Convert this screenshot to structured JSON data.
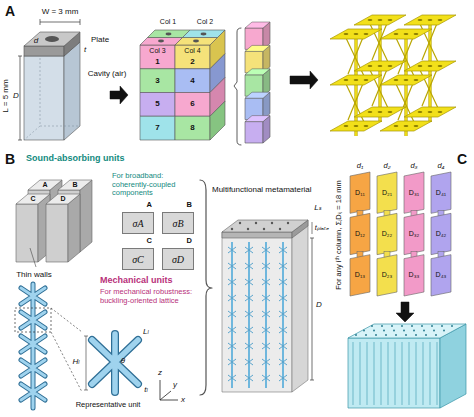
{
  "diagram": {
    "nodes": [
      {
        "text": [
          "A",
          "σA"
        ]
      },
      {
        "text": [
          "B",
          "σB"
        ]
      },
      {
        "text": [
          "C",
          "σC"
        ]
      },
      {
        "text": [
          "D",
          "σD"
        ]
      }
    ],
    "labels": [
      "A",
      "W = 3 mm",
      "d",
      "t",
      "Plate",
      "Cavity (air)",
      "D",
      "L = 5 mm",
      "Col 1",
      "Col 2",
      "Col 3",
      "Col 4",
      "1",
      "2",
      "3",
      "4",
      "5",
      "6",
      "7",
      "8",
      "B",
      "Sound-absorbing units",
      "For broadband: coherently-coupled components",
      "A",
      "B",
      "C",
      "D",
      "Thin walls",
      "Multifunctional metamaterial",
      "Lₛ",
      "tₚₗₐₜₑ",
      "D",
      "z",
      "y",
      "x",
      "Mechanical units",
      "For mechanical robustness: buckling-oriented lattice",
      "Lₗ",
      "θ",
      "Hₗ",
      "tₗ",
      "Representative unit",
      "C",
      "For any iᵗʰ column, ΣⱼDᵢⱼ = 18 mm",
      "d₁",
      "d₂",
      "d₃",
      "d₄",
      "D₁₁",
      "D₁₂",
      "D₁₃",
      "D₂₁",
      "D₂₂",
      "D₂₃",
      "D₃₁",
      "D₃₂",
      "D₃₃",
      "D₄₁",
      "D₄₂",
      "D₄₃"
    ]
  }
}
